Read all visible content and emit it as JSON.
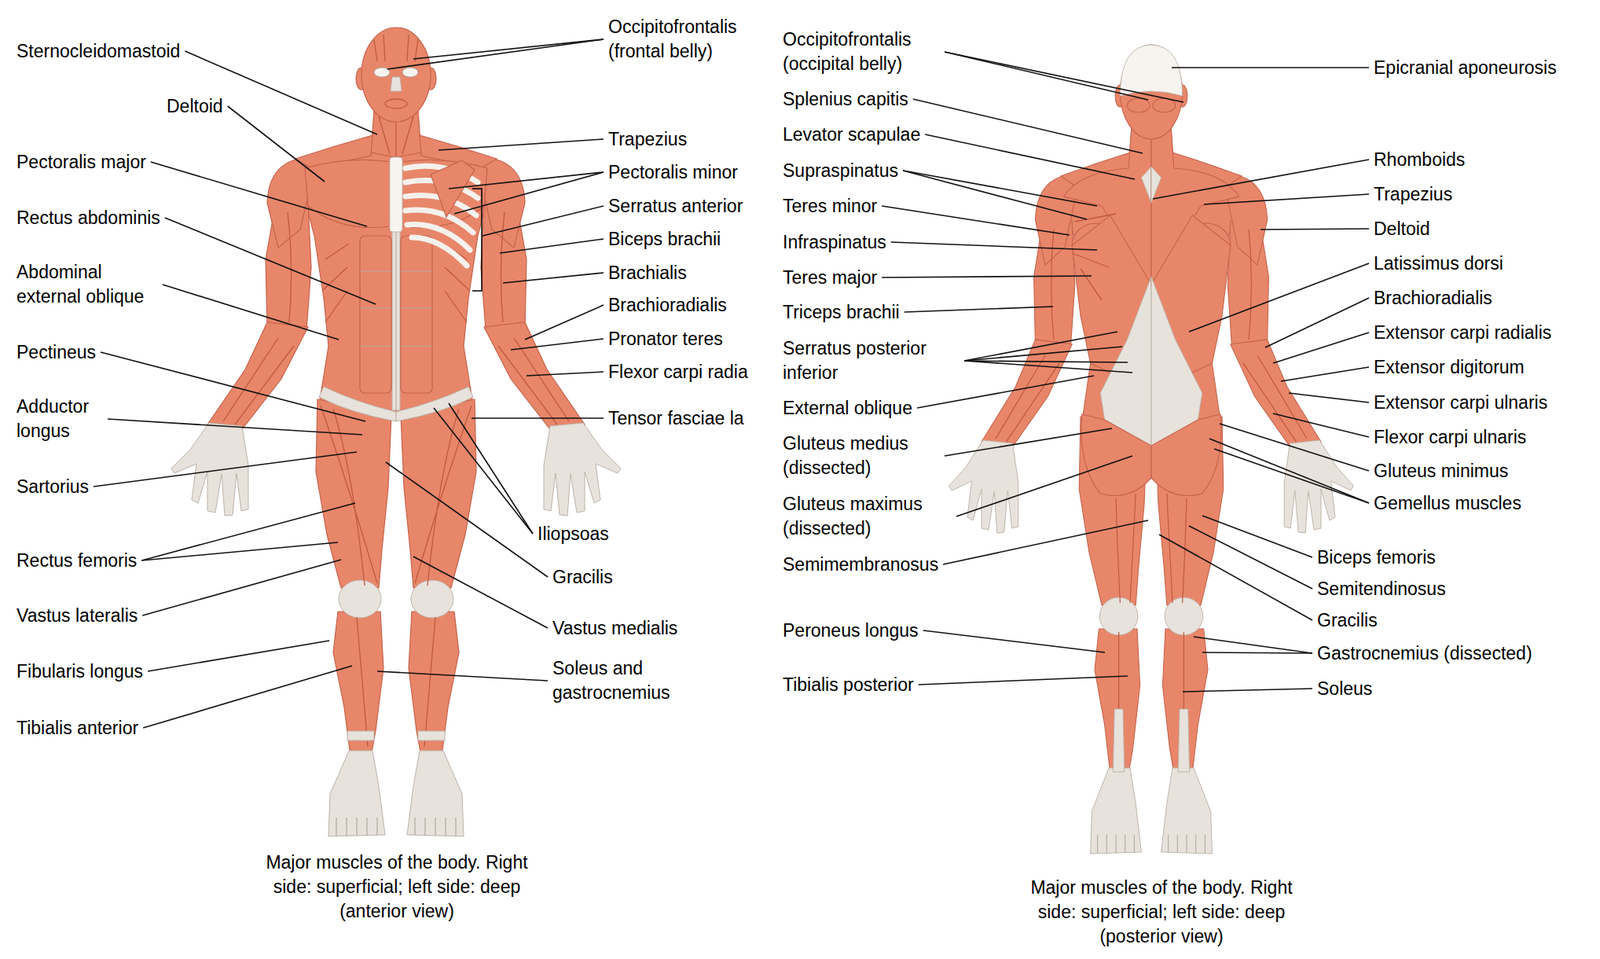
{
  "diagram": {
    "labels": [
      "Sternocleidomastoid",
      "Deltoid",
      "Pectoralis major",
      "Rectus abdominis",
      "Abdominal external oblique",
      "Pectineus",
      "Adductor longus",
      "Sartorius",
      "Rectus femoris",
      "Vastus lateralis",
      "Fibularis longus",
      "Tibialis anterior",
      "Occipitofrontalis (frontal belly)",
      "Trapezius",
      "Pectoralis minor",
      "Serratus anterior",
      "Biceps brachii",
      "Brachialis",
      "Brachioradialis",
      "Pronator teres",
      "Flexor carpi radia",
      "Tensor fasciae la",
      "Iliopsoas",
      "Gracilis",
      "Vastus medialis",
      "Soleus and gastrocnemius",
      "Major muscles of the body. Right side: superficial; left side: deep (anterior view)",
      "Occipitofrontalis (occipital belly)",
      "Splenius capitis",
      "Levator scapulae",
      "Supraspinatus",
      "Teres minor",
      "Infraspinatus",
      "Teres major",
      "Triceps brachii",
      "Serratus posterior inferior",
      "External oblique",
      "Gluteus medius (dissected)",
      "Gluteus maximus (dissected)",
      "Semimembranosus",
      "Peroneus longus",
      "Tibialis posterior",
      "Epicranial aponeurosis",
      "Rhomboids",
      "Trapezius",
      "Deltoid",
      "Latissimus dorsi",
      "Brachioradialis",
      "Extensor carpi radialis",
      "Extensor digitorum",
      "Extensor carpi ulnaris",
      "Flexor carpi ulnaris",
      "Gluteus minimus",
      "Gemellus muscles",
      "Biceps femoris",
      "Semitendinosus",
      "Gracilis",
      "Gastrocnemius (dissected)",
      "Soleus",
      "Major muscles of the body. Right side: superficial; left side: deep (posterior view)"
    ]
  }
}
